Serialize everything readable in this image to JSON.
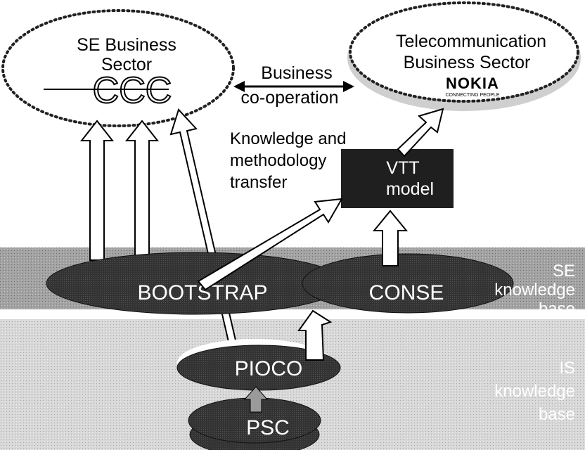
{
  "labels": {
    "se_business": [
      "SE Business",
      "Sector"
    ],
    "telecom_business": [
      "Telecommunication",
      "Business Sector"
    ],
    "business_cooperation": [
      "Business",
      "co-operation"
    ],
    "knowledge_transfer": [
      "Knowledge and",
      "methodology",
      "transfer"
    ],
    "vtt_model": [
      "VTT",
      "model"
    ],
    "bootstrap": "BOOTSTRAP",
    "conse": "CONSE",
    "pioco": "PIOCO",
    "psc": "PSC",
    "se_knowledge_base": [
      "SE",
      "knowledge",
      "base"
    ],
    "is_knowledge_base": [
      "IS",
      "knowledge",
      "base"
    ]
  },
  "logos": {
    "ccc": "CCC",
    "nokia": "NOKIA",
    "nokia_tagline": "CONNECTING PEOPLE"
  },
  "colors": {
    "se_band": "#9a9a9a",
    "is_band": "#d4d4d4",
    "ellipse_dark": "#2e2e2e",
    "vtt_box": "#1f1f1f",
    "arrow_fill": "#ffffff",
    "arrow_stroke": "#000000"
  }
}
